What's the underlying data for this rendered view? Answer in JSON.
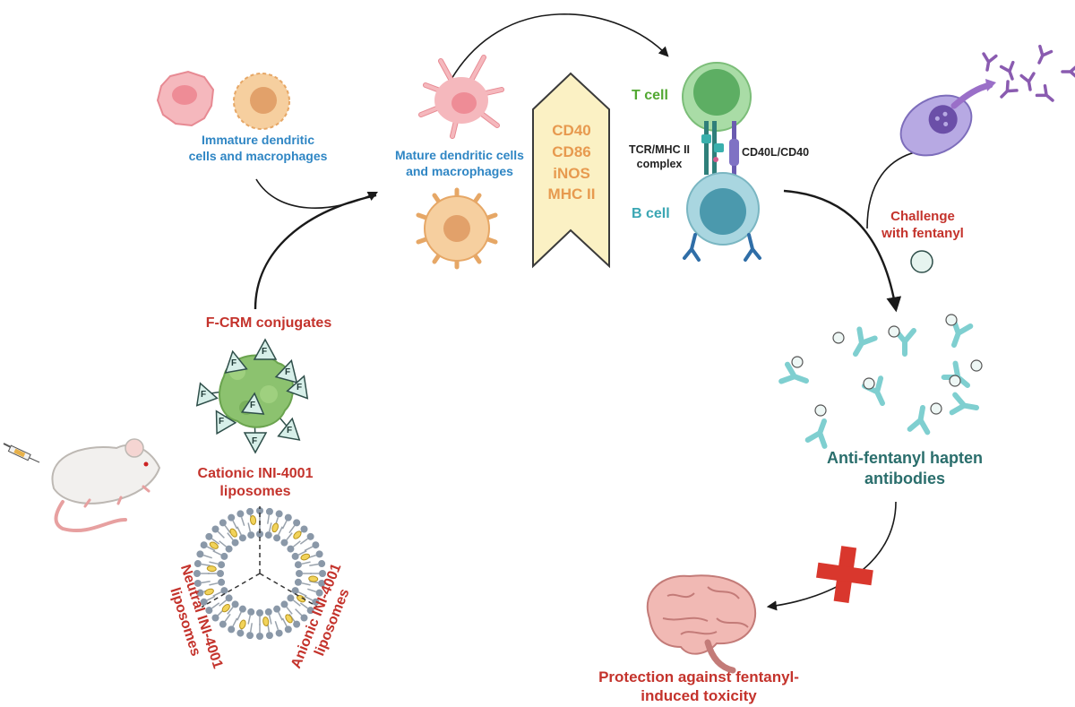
{
  "labels": {
    "immature": [
      "Immature dendritic",
      "cells and macrophages"
    ],
    "mature": [
      "Mature dendritic cells",
      "and macrophages"
    ],
    "markers": [
      "CD40",
      "CD86",
      "iNOS",
      "MHC II"
    ],
    "t_cell": "T cell",
    "b_cell": "B cell",
    "tcr_mhc": [
      "TCR/MHC II",
      "complex"
    ],
    "cd40l": "CD40L/CD40",
    "challenge": [
      "Challenge",
      "with fentanyl"
    ],
    "antibodies": [
      "Anti-fentanyl hapten",
      "antibodies"
    ],
    "protection": [
      "Protection against fentanyl-",
      "induced toxicity"
    ],
    "fcrm": "F-CRM conjugates",
    "cationic": [
      "Cationic INI-4001",
      "liposomes"
    ],
    "neutral": [
      "Neutral INI-4001",
      "liposomes"
    ],
    "anionic": [
      "Anionic INI-4001",
      "liposomes"
    ],
    "hapten_letter": "F"
  },
  "colors": {
    "blue_text": "#2f86c4",
    "red_text": "#c4332c",
    "green_text": "#52a832",
    "teal_text": "#3aa6b3",
    "orange_text": "#e79a4f",
    "antibody_title": "#2a6e6c",
    "pink_cell": "#f5b8bd",
    "orange_cell": "#f6cf9f",
    "marker_box": "#fbf1c4",
    "cross": "#d9372d"
  },
  "icons": [
    "mouse-with-syringe",
    "dendritic-cell",
    "macrophage",
    "t-cell",
    "b-cell",
    "plasma-cell",
    "antibody",
    "fentanyl-molecule",
    "brain",
    "red-cross",
    "liposome",
    "crm-protein"
  ]
}
